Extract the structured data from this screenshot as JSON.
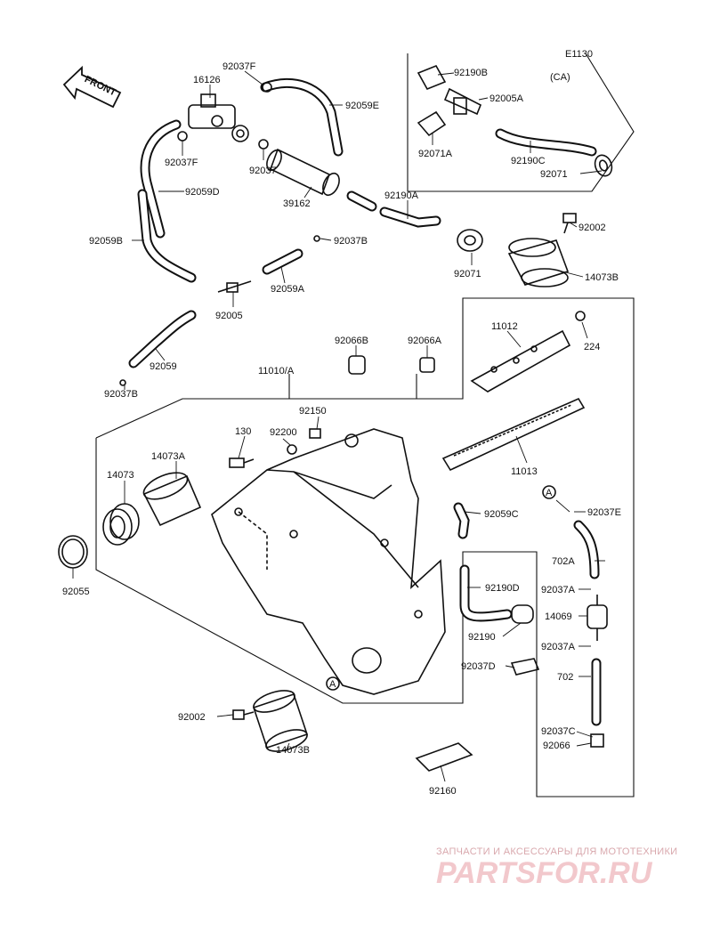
{
  "diagram": {
    "code": "E1130",
    "front_label": "FRONT",
    "ca_label": "(CA)",
    "reference_marker": "A"
  },
  "parts": [
    {
      "id": "p92037F_a",
      "label": "92037F"
    },
    {
      "id": "p16126",
      "label": "16126"
    },
    {
      "id": "p92059E",
      "label": "92059E"
    },
    {
      "id": "p92037F_b",
      "label": "92037F"
    },
    {
      "id": "p92037",
      "label": "92037"
    },
    {
      "id": "p92059D",
      "label": "92059D"
    },
    {
      "id": "p39162",
      "label": "39162"
    },
    {
      "id": "p92059B",
      "label": "92059B"
    },
    {
      "id": "p92037B_a",
      "label": "92037B"
    },
    {
      "id": "p92059A",
      "label": "92059A"
    },
    {
      "id": "p92005",
      "label": "92005"
    },
    {
      "id": "p92059",
      "label": "92059"
    },
    {
      "id": "p92037B_b",
      "label": "92037B"
    },
    {
      "id": "p92190B",
      "label": "92190B"
    },
    {
      "id": "p92005A",
      "label": "92005A"
    },
    {
      "id": "p92071A",
      "label": "92071A"
    },
    {
      "id": "p92190C",
      "label": "92190C"
    },
    {
      "id": "p92071_a",
      "label": "92071"
    },
    {
      "id": "p92190A",
      "label": "92190A"
    },
    {
      "id": "p92002_a",
      "label": "92002"
    },
    {
      "id": "p92071_b",
      "label": "92071"
    },
    {
      "id": "p14073B_a",
      "label": "14073B"
    },
    {
      "id": "p11012",
      "label": "11012"
    },
    {
      "id": "p224",
      "label": "224"
    },
    {
      "id": "p92066B",
      "label": "92066B"
    },
    {
      "id": "p92066A",
      "label": "92066A"
    },
    {
      "id": "p11010A",
      "label": "11010/A"
    },
    {
      "id": "p92150",
      "label": "92150"
    },
    {
      "id": "p130",
      "label": "130"
    },
    {
      "id": "p92200",
      "label": "92200"
    },
    {
      "id": "p14073A",
      "label": "14073A"
    },
    {
      "id": "p14073",
      "label": "14073"
    },
    {
      "id": "p11013",
      "label": "11013"
    },
    {
      "id": "p92059C",
      "label": "92059C"
    },
    {
      "id": "p92037E",
      "label": "92037E"
    },
    {
      "id": "p702A",
      "label": "702A"
    },
    {
      "id": "p92190D",
      "label": "92190D"
    },
    {
      "id": "p92037A_a",
      "label": "92037A"
    },
    {
      "id": "p14069",
      "label": "14069"
    },
    {
      "id": "p92055",
      "label": "92055"
    },
    {
      "id": "p92190",
      "label": "92190"
    },
    {
      "id": "p92037A_b",
      "label": "92037A"
    },
    {
      "id": "p92037D",
      "label": "92037D"
    },
    {
      "id": "p702",
      "label": "702"
    },
    {
      "id": "p92002_b",
      "label": "92002"
    },
    {
      "id": "p92037C",
      "label": "92037C"
    },
    {
      "id": "p92066",
      "label": "92066"
    },
    {
      "id": "p14073B_b",
      "label": "14073B"
    },
    {
      "id": "p92160",
      "label": "92160"
    }
  ],
  "watermark": {
    "top_line": "ЗАПЧАСТИ И АКСЕССУАРЫ ДЛЯ МОТОТЕХНИКИ",
    "brand": "PARTSFOR.RU"
  }
}
